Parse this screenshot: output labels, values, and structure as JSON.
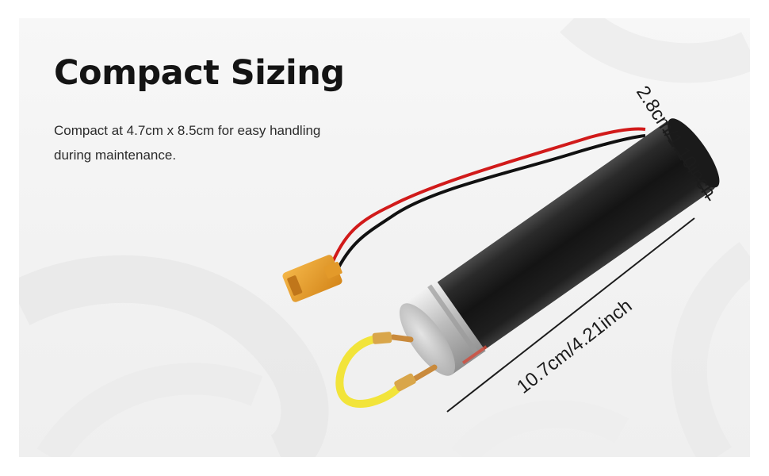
{
  "heading": "Compact Sizing",
  "description": "Compact at 4.7cm x 8.5cm for easy handling during maintenance.",
  "dimensions": {
    "diameter_label": "2.8cm/1.10inch",
    "length_label": "10.7cm/4.21inch"
  },
  "colors": {
    "background": "#f2f2f2",
    "heading": "#141414",
    "cylinder_body": "#1b1b1b",
    "end_cap": "#c9c9c9",
    "connector": "#e8a02a",
    "wire_red": "#d11a1a",
    "wire_black": "#111111",
    "tube_yellow": "#f2e21a"
  }
}
